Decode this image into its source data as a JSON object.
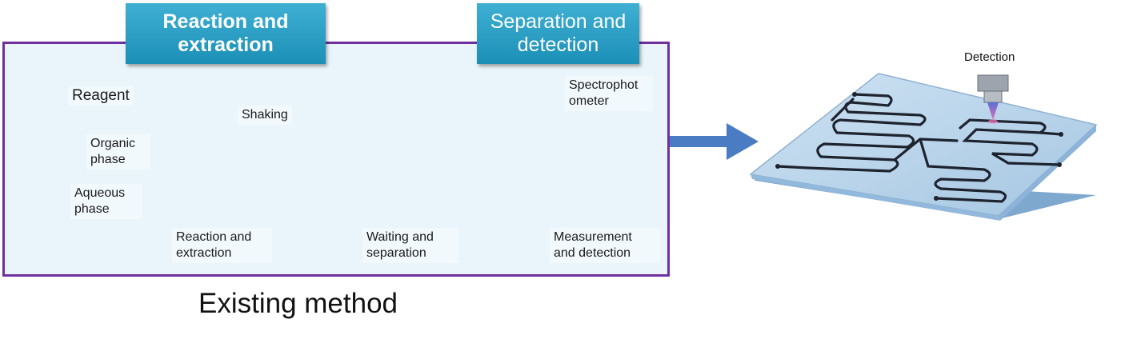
{
  "headers": {
    "reaction": "Reaction and extraction",
    "separation": "Separation and detection"
  },
  "labels": {
    "reagent": "Reagent",
    "organic_phase": "Organic phase",
    "aqueous_phase": "Aqueous phase",
    "shaking": "Shaking",
    "reaction_extraction": "Reaction and extraction",
    "waiting_separation": "Waiting and separation",
    "spectrophotometer": "Spectrophot ometer",
    "measurement_detection": "Measurement and detection",
    "detection": "Detection"
  },
  "caption": "Existing method",
  "colors": {
    "frame_border": "#7030a0",
    "header_fill": "#2aa0c8",
    "arrow": "#4a7cc4",
    "chip": "#a9cbe4",
    "liquid": "#f3e596",
    "pink_arrow": "#e8579a"
  }
}
